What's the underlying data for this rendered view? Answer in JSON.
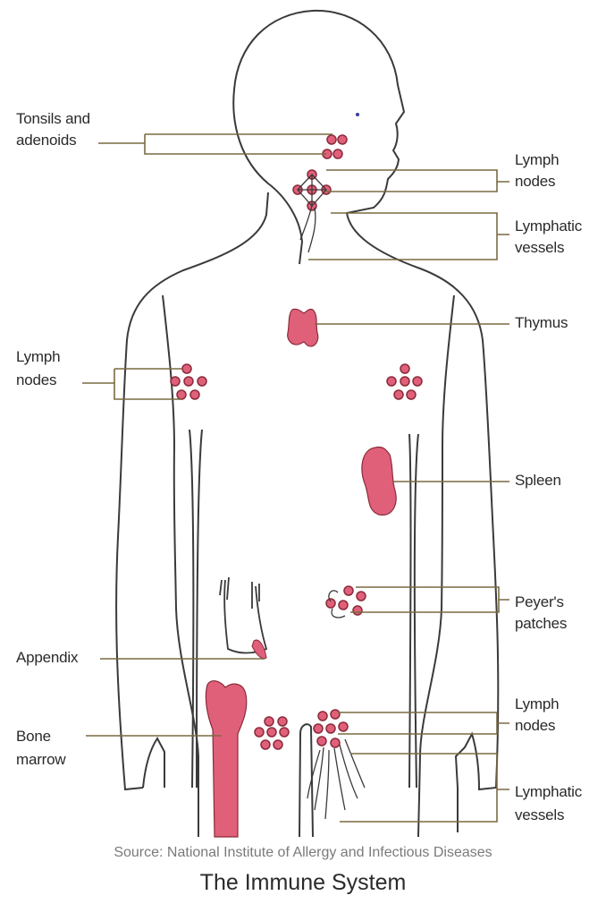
{
  "labels": {
    "tonsils": [
      "Tonsils and",
      "adenoids"
    ],
    "lymph_nodes_neck": [
      "Lymph",
      "nodes"
    ],
    "lymphatic_vessels_neck": [
      "Lymphatic",
      "vessels"
    ],
    "thymus": "Thymus",
    "lymph_nodes_armpit": [
      "Lymph",
      "nodes"
    ],
    "spleen": "Spleen",
    "peyers_patches": [
      "Peyer's",
      "patches"
    ],
    "appendix": "Appendix",
    "bone_marrow": [
      "Bone",
      "marrow"
    ],
    "lymph_nodes_groin": [
      "Lymph",
      "nodes"
    ],
    "lymphatic_vessels_leg": [
      "Lymphatic",
      "vessels"
    ]
  },
  "source": "Source: National Institute of Allergy and Infectious Diseases",
  "title": "The Immune System",
  "colors": {
    "organ": "#e0607a",
    "node_stroke": "#8a2a3a",
    "outline": "#3a3a3a",
    "leader": "#7a6a40"
  }
}
